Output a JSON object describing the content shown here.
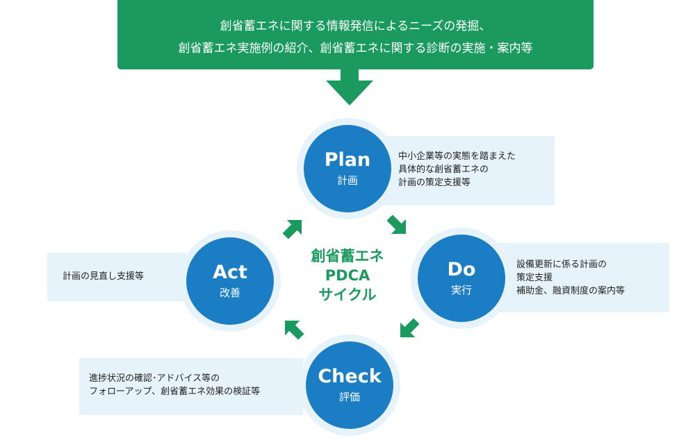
{
  "banner": {
    "line1": "創省蓄エネに関する情報発信によるニーズの発掘、",
    "line2": "創省蓄エネ実施例の紹介、創省蓄エネに関する診断の実施・案内等"
  },
  "center": {
    "line1": "創省蓄エネ",
    "line2": "PDCA",
    "line3": "サイクル"
  },
  "stages": {
    "plan": {
      "en": "Plan",
      "ja": "計画",
      "desc": [
        "中小企業等の実態を踏まえた",
        "具体的な創省蓄エネの",
        "計画の策定支援等"
      ]
    },
    "do": {
      "en": "Do",
      "ja": "実行",
      "desc": [
        "設備更新に係る計画の",
        "策定支援",
        "補助金、融資制度の案内等"
      ]
    },
    "check": {
      "en": "Check",
      "ja": "評価",
      "desc": [
        "進捗状況の確認･アドバイス等の",
        "フォローアップ、創省蓄エネ効果の検証等"
      ]
    },
    "act": {
      "en": "Act",
      "ja": "改善",
      "desc": [
        "計画の見直し支援等"
      ]
    }
  },
  "colors": {
    "green": "#1a9a5e",
    "blue": "#1b7ec4",
    "light_blue": "#e6f3fb"
  }
}
